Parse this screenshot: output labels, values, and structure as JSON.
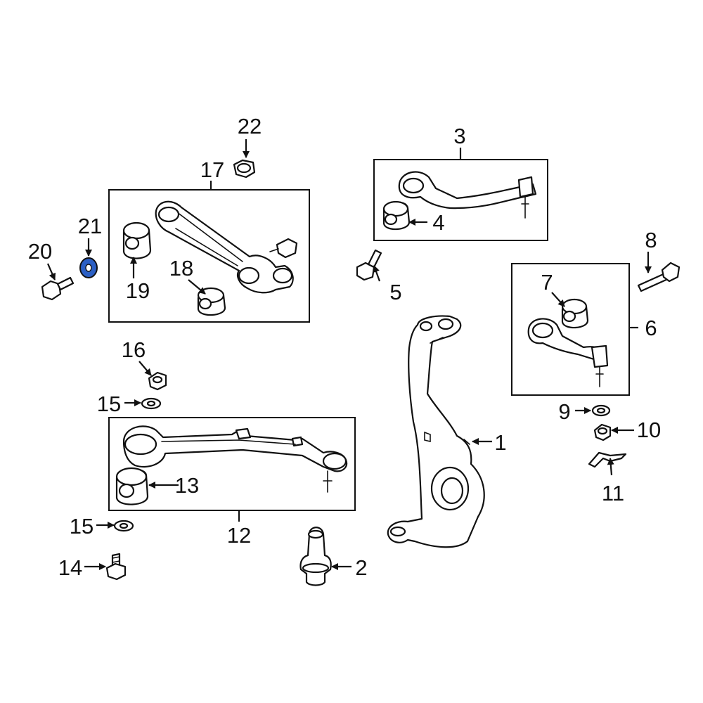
{
  "colors": {
    "line": "#111111",
    "background": "#ffffff",
    "highlight": "#2b5fc4"
  },
  "highlighted_part": "21",
  "callouts": {
    "c1": "1",
    "c2": "2",
    "c3": "3",
    "c4": "4",
    "c5": "5",
    "c6": "6",
    "c7": "7",
    "c8": "8",
    "c9": "9",
    "c10": "10",
    "c11": "11",
    "c12": "12",
    "c13": "13",
    "c14": "14",
    "c15a": "15",
    "c15b": "15",
    "c16": "16",
    "c17": "17",
    "c18": "18",
    "c19": "19",
    "c20": "20",
    "c21": "21",
    "c22": "22"
  }
}
